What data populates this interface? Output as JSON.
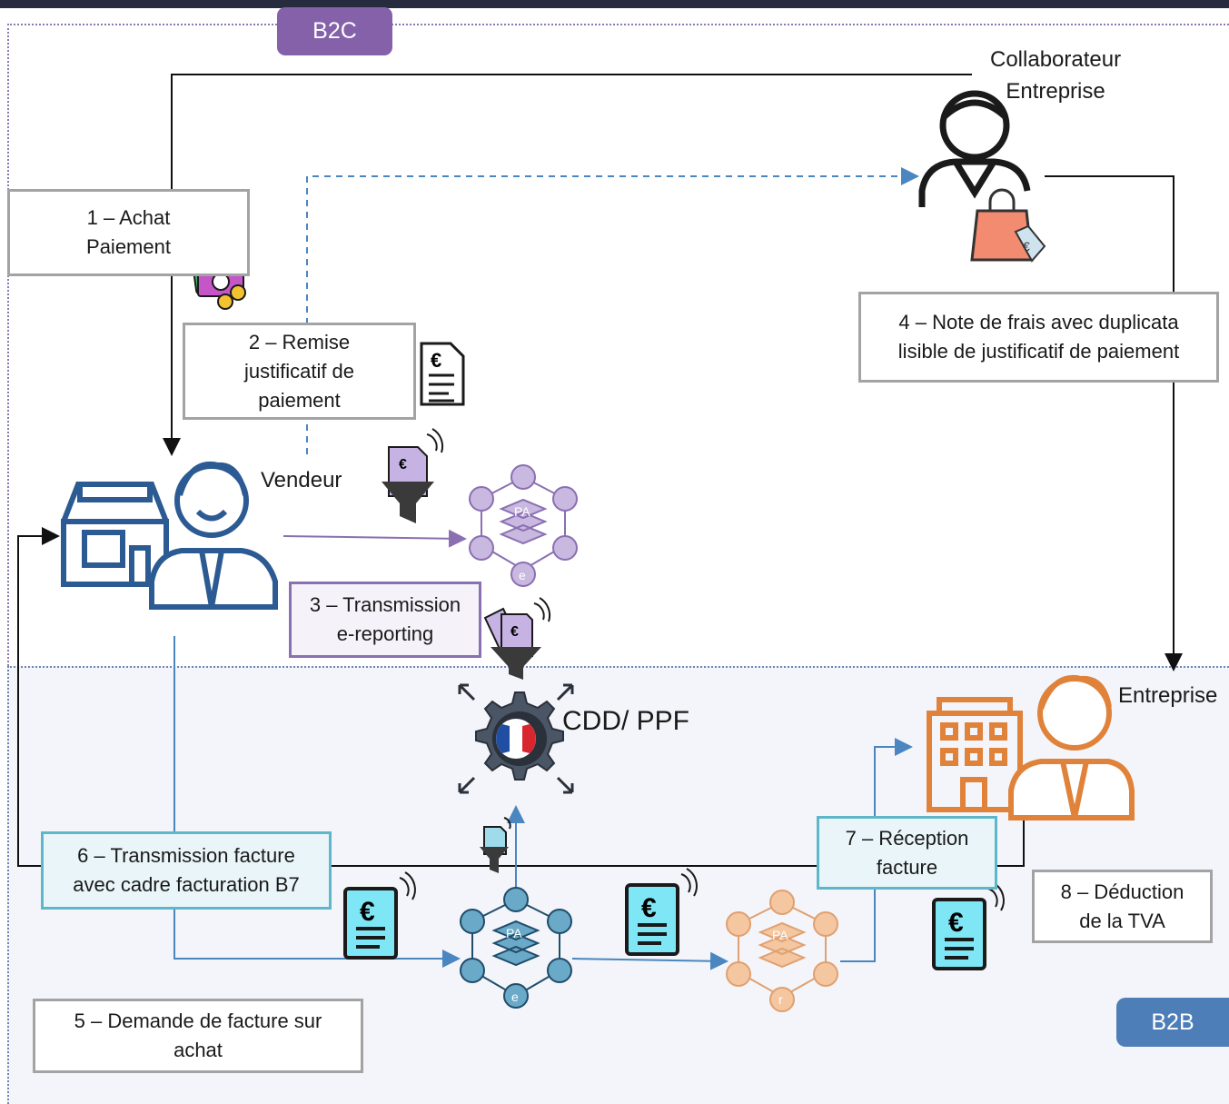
{
  "zones": {
    "b2c": "B2C",
    "b2b": "B2B"
  },
  "actors": {
    "collaborateur": "Collaborateur\nEntreprise",
    "vendeur": "Vendeur",
    "entreprise": "Entreprise",
    "platform": "CDD/ PPF"
  },
  "steps": {
    "s1": "1 – Achat\nPaiement",
    "s2": "2 – Remise\njustificatif de\npaiement",
    "s3": "3 – Transmission\ne-reporting",
    "s4": "4 – Note de frais avec duplicata\nlisible de justificatif de paiement",
    "s5": "5 – Demande de facture sur\nachat",
    "s6": "6 – Transmission facture\navec cadre facturation B7",
    "s7": "7 – Réception\nfacture",
    "s8": "8 – Déduction\nde la TVA"
  },
  "icon_glyphs": {
    "pa": "PA",
    "e": "e",
    "r": "r",
    "euro": "€"
  },
  "colors": {
    "b2c": "#8461a9",
    "b2b": "#4d7eb8",
    "purple": "#8a6fb1",
    "teal": "#5eb7c8",
    "orange": "#e0823a",
    "blue_person": "#2c5a92"
  }
}
